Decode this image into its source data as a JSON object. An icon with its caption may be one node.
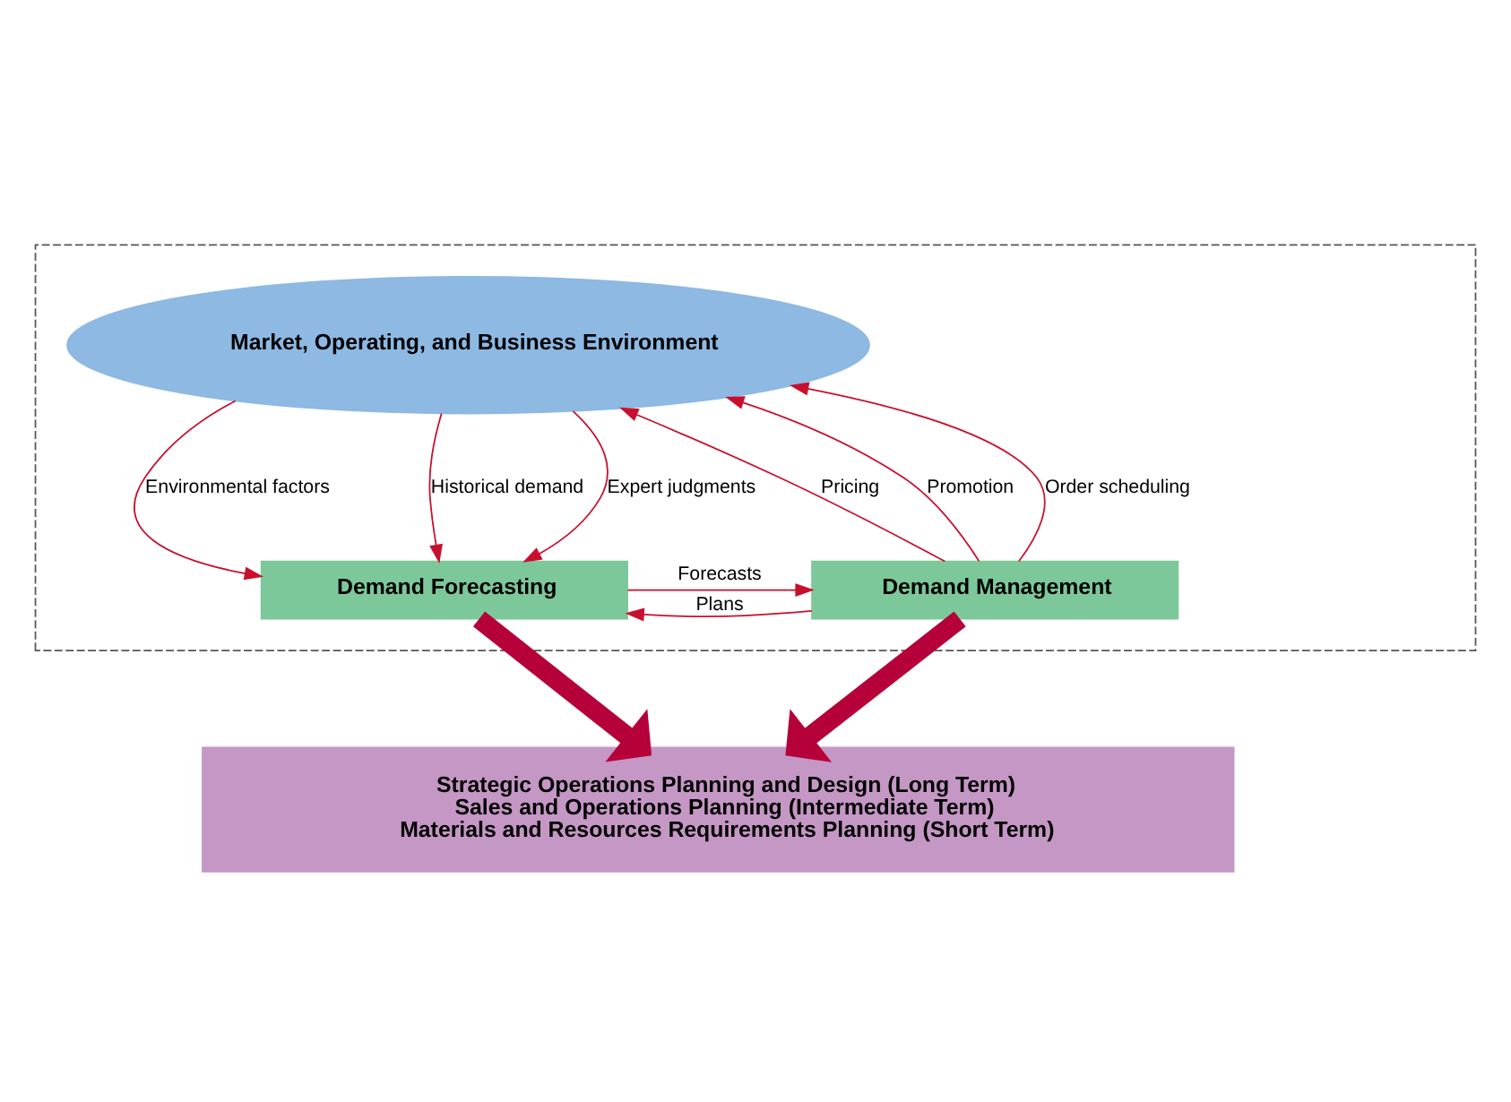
{
  "diagram": {
    "nodes": [
      {
        "text": [],
        "shape": "box"
      },
      {
        "text": [
          "Market, Operating, and Business Environment"
        ],
        "in": 0
      },
      {
        "text": [
          "Demand Forecasting"
        ],
        "in": 0
      },
      {
        "text": [
          "Demand Management"
        ],
        "in": 0
      },
      {
        "text": [
          "Strategic Operations Planning and Design (Long Term)",
          "Sales and Operations Planning (Intermediate Term)",
          "Materials and Resources Requirements Planning (Short Term)"
        ]
      }
    ],
    "edges": [
      {
        "from": 1,
        "to": 2,
        "arrow": "to",
        "label": "Environmental factors"
      },
      {
        "from": 1,
        "to": 2,
        "arrow": "to",
        "label": "Historical demand"
      },
      {
        "from": 1,
        "to": 2,
        "arrow": "to",
        "label": "Expert judgments"
      },
      {
        "from": 3,
        "to": 1,
        "arrow": "to",
        "label": "Pricing"
      },
      {
        "from": 3,
        "to": 1,
        "arrow": "to",
        "label": "Promotion"
      },
      {
        "from": 3,
        "to": 1,
        "arrow": "to",
        "label": "Order scheduling"
      },
      {
        "from": 2,
        "to": 3,
        "arrow": "to",
        "label": "Forecasts"
      },
      {
        "from": 3,
        "to": 2,
        "arrow": "to",
        "label": "Plans"
      },
      {
        "from": 2,
        "to": 4,
        "arrow": "to",
        "style": "thick"
      },
      {
        "from": 3,
        "to": 4,
        "arrow": "to",
        "style": "thick"
      }
    ]
  }
}
